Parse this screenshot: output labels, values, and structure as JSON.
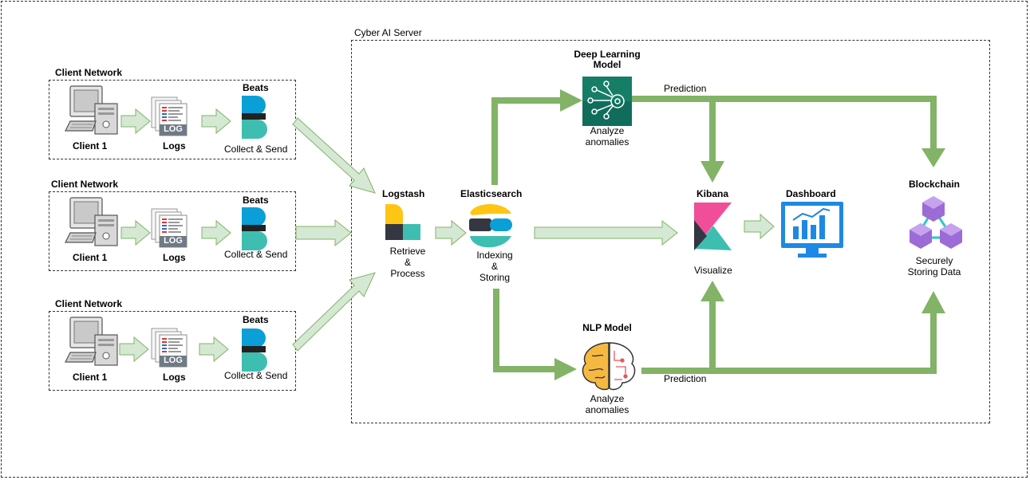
{
  "server": {
    "title": "Cyber AI Server"
  },
  "clients": [
    {
      "network": "Client Network",
      "client": "Client 1",
      "logs": "Logs",
      "beats": "Beats",
      "collect": "Collect & Send",
      "log_badge": "LOG"
    },
    {
      "network": "Client Network",
      "client": "Client 1",
      "logs": "Logs",
      "beats": "Beats",
      "collect": "Collect & Send",
      "log_badge": "LOG"
    },
    {
      "network": "Client Network",
      "client": "Client 1",
      "logs": "Logs",
      "beats": "Beats",
      "collect": "Collect & Send",
      "log_badge": "LOG"
    }
  ],
  "logstash": {
    "title": "Logstash",
    "caption_1": "Retrieve",
    "caption_2": "&",
    "caption_3": "Process"
  },
  "elasticsearch": {
    "title": "Elasticsearch",
    "caption_1": "Indexing",
    "caption_2": "&",
    "caption_3": "Storing"
  },
  "deep_learning": {
    "title_1": "Deep Learning",
    "title_2": "Model",
    "caption_1": "Analyze",
    "caption_2": "anomalies",
    "prediction": "Prediction"
  },
  "nlp": {
    "title": "NLP Model",
    "caption_1": "Analyze",
    "caption_2": "anomalies",
    "prediction": "Prediction"
  },
  "kibana": {
    "title": "Kibana",
    "caption": "Visualize"
  },
  "dashboard": {
    "title": "Dashboard"
  },
  "blockchain": {
    "title": "Blockchain",
    "caption_1": "Securely",
    "caption_2": "Storing Data"
  },
  "colors": {
    "arrow_dark": "#82b366",
    "arrow_light_fill": "#d5e8d4",
    "arrow_light_stroke": "#82b366",
    "beats_blue": "#0b9fd8",
    "beats_teal": "#3ebeb0",
    "logstash_yellow": "#fec514",
    "elastic_pink": "#f04e98",
    "dl_green": "#116d5b",
    "dashboard_blue": "#1e88e5",
    "blockchain_purple": "#9c6bd6"
  }
}
